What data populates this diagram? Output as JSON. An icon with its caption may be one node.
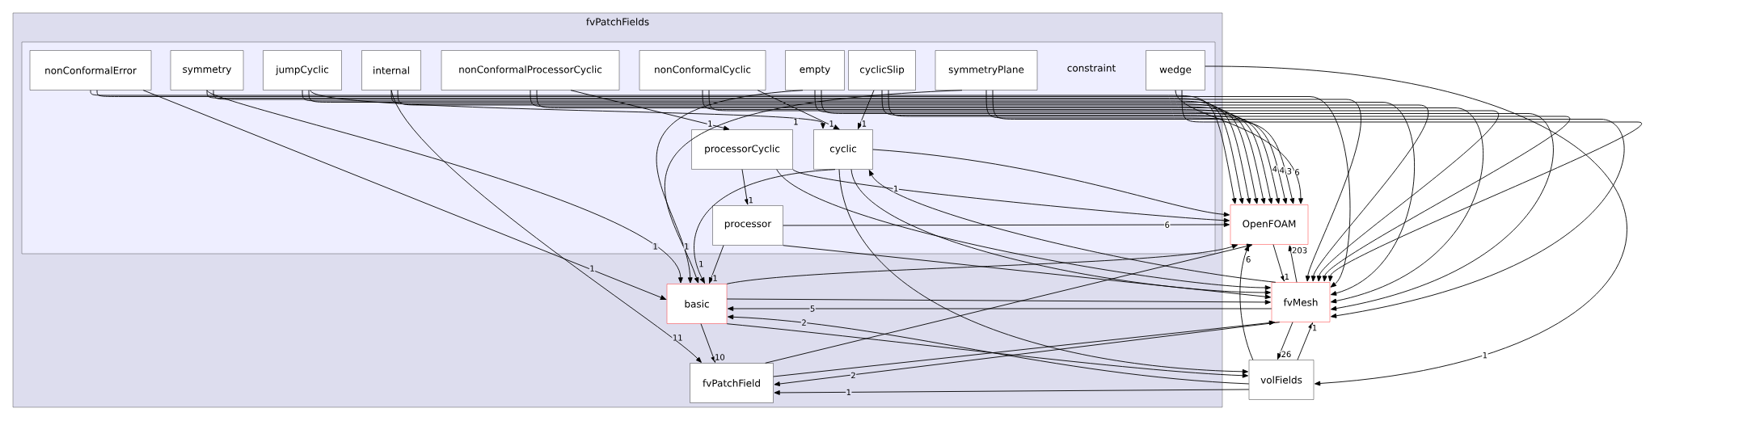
{
  "diagram": {
    "nodes": [
      {
        "text": [
          "fvPatchFields"
        ]
      },
      {
        "text": [
          "constraint"
        ],
        "in": 0
      },
      {
        "text": [
          "nonConformalError"
        ],
        "in": 1
      },
      {
        "text": [
          "symmetry"
        ],
        "in": 1
      },
      {
        "text": [
          "jumpCyclic"
        ],
        "in": 1
      },
      {
        "text": [
          "internal"
        ],
        "in": 1
      },
      {
        "text": [
          "nonConformalProcessorCyclic"
        ],
        "in": 1
      },
      {
        "text": [
          "nonConformalCyclic"
        ],
        "in": 1
      },
      {
        "text": [
          "empty"
        ],
        "in": 1
      },
      {
        "text": [
          "cyclicSlip"
        ],
        "in": 1
      },
      {
        "text": [
          "symmetryPlane"
        ],
        "in": 1
      },
      {
        "text": [
          "wedge"
        ],
        "in": 1
      },
      {
        "text": [
          "processorCyclic"
        ],
        "in": 1
      },
      {
        "text": [
          "cyclic"
        ],
        "in": 1
      },
      {
        "text": [
          "processor"
        ],
        "in": 1
      },
      {
        "text": [
          "basic"
        ],
        "in": 0
      },
      {
        "text": [
          "fvPatchField"
        ],
        "in": 0
      },
      {
        "text": [
          "OpenFOAM"
        ]
      },
      {
        "text": [
          "fvMesh"
        ]
      },
      {
        "text": [
          "volFields"
        ]
      }
    ],
    "edges": [
      {
        "from": 2,
        "to": 15,
        "arrow": "to",
        "label": "1"
      },
      {
        "from": 2,
        "to": 17,
        "arrow": "to"
      },
      {
        "from": 2,
        "to": 18,
        "arrow": "to"
      },
      {
        "from": 3,
        "to": 15,
        "arrow": "to",
        "label": "1"
      },
      {
        "from": 3,
        "to": 17,
        "arrow": "to"
      },
      {
        "from": 3,
        "to": 18,
        "arrow": "to"
      },
      {
        "from": 4,
        "to": 13,
        "arrow": "to",
        "label": "1"
      },
      {
        "from": 4,
        "to": 17,
        "arrow": "to"
      },
      {
        "from": 4,
        "to": 18,
        "arrow": "to"
      },
      {
        "from": 5,
        "to": 16,
        "arrow": "to",
        "label": "11"
      },
      {
        "from": 5,
        "to": 17,
        "arrow": "to"
      },
      {
        "from": 5,
        "to": 18,
        "arrow": "to"
      },
      {
        "from": 6,
        "to": 12,
        "arrow": "to",
        "label": "1"
      },
      {
        "from": 6,
        "to": 17,
        "arrow": "to"
      },
      {
        "from": 6,
        "to": 18,
        "arrow": "to"
      },
      {
        "from": 7,
        "to": 13,
        "arrow": "to",
        "label": "1"
      },
      {
        "from": 7,
        "to": 17,
        "arrow": "to"
      },
      {
        "from": 7,
        "to": 18,
        "arrow": "to"
      },
      {
        "from": 8,
        "to": 15,
        "arrow": "to",
        "label": "1"
      },
      {
        "from": 8,
        "to": 17,
        "arrow": "to",
        "label": "4"
      },
      {
        "from": 8,
        "to": 18,
        "arrow": "to"
      },
      {
        "from": 9,
        "to": 13,
        "arrow": "to",
        "label": "1"
      },
      {
        "from": 9,
        "to": 17,
        "arrow": "to",
        "label": "4"
      },
      {
        "from": 9,
        "to": 18,
        "arrow": "to"
      },
      {
        "from": 10,
        "to": 15,
        "arrow": "to"
      },
      {
        "from": 10,
        "to": 17,
        "arrow": "to",
        "label": "3"
      },
      {
        "from": 10,
        "to": 18,
        "arrow": "to"
      },
      {
        "from": 11,
        "to": 17,
        "arrow": "to",
        "label": "6"
      },
      {
        "from": 11,
        "to": 18,
        "arrow": "to"
      },
      {
        "from": 11,
        "to": 19,
        "arrow": "to",
        "label": "1"
      },
      {
        "from": 12,
        "to": 14,
        "arrow": "to",
        "label": "1"
      },
      {
        "from": 12,
        "to": 17,
        "arrow": "to"
      },
      {
        "from": 12,
        "to": 18,
        "arrow": "to"
      },
      {
        "from": 13,
        "to": 15,
        "arrow": "to",
        "label": "1"
      },
      {
        "from": 13,
        "to": 17,
        "arrow": "to"
      },
      {
        "from": 13,
        "to": 18,
        "arrow": "to"
      },
      {
        "from": 13,
        "to": 19,
        "arrow": "to"
      },
      {
        "from": 14,
        "to": 15,
        "arrow": "to",
        "label": "1"
      },
      {
        "from": 14,
        "to": 17,
        "arrow": "to",
        "label": "6"
      },
      {
        "from": 14,
        "to": 18,
        "arrow": "to"
      },
      {
        "from": 15,
        "to": 16,
        "arrow": "to",
        "label": "10"
      },
      {
        "from": 15,
        "to": 17,
        "arrow": "to"
      },
      {
        "from": 15,
        "to": 18,
        "arrow": "to"
      },
      {
        "from": 15,
        "to": 19,
        "arrow": "to"
      },
      {
        "from": 16,
        "to": 17,
        "arrow": "to"
      },
      {
        "from": 16,
        "to": 18,
        "arrow": "to"
      },
      {
        "from": 18,
        "to": 17,
        "arrow": "to",
        "label": "203"
      },
      {
        "from": 17,
        "to": 18,
        "arrow": "to",
        "label": "1"
      },
      {
        "from": 18,
        "to": 15,
        "arrow": "to",
        "label": "5"
      },
      {
        "from": 18,
        "to": 16,
        "arrow": "to",
        "label": "2"
      },
      {
        "from": 18,
        "to": 19,
        "arrow": "to",
        "label": "26"
      },
      {
        "from": 19,
        "to": 18,
        "arrow": "to",
        "label": "1"
      },
      {
        "from": 19,
        "to": 17,
        "arrow": "to",
        "label": "6"
      },
      {
        "from": 19,
        "to": 16,
        "arrow": "to",
        "label": "1"
      },
      {
        "from": 19,
        "to": 15,
        "arrow": "to",
        "label": "2"
      },
      {
        "from": 18,
        "to": 13,
        "arrow": "to",
        "label": "1"
      }
    ]
  }
}
